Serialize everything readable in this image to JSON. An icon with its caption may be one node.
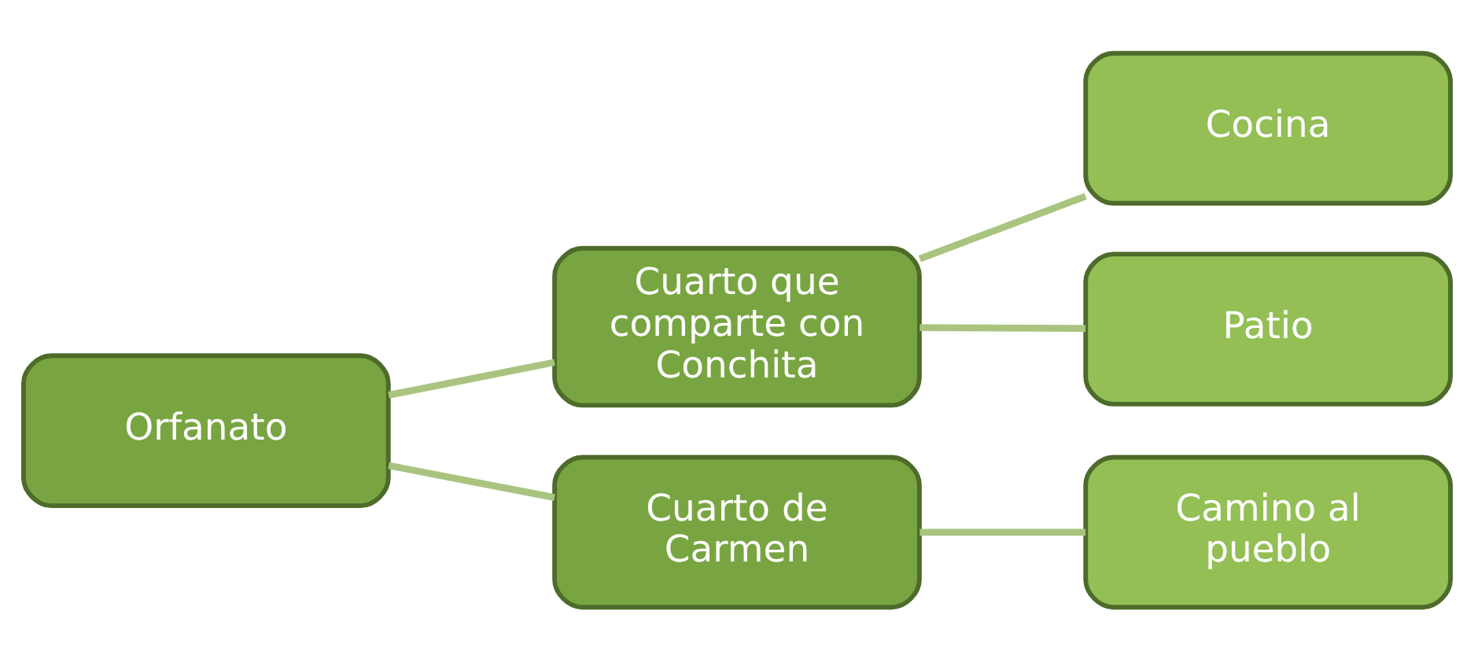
{
  "diagram": {
    "nodes": [
      {
        "text": [
          "Orfanato"
        ]
      },
      {
        "text": [
          "Cuarto que comparte con Conchita"
        ]
      },
      {
        "text": [
          "Cocina"
        ]
      },
      {
        "text": [
          "Patio"
        ]
      },
      {
        "text": [
          "Cuarto de Carmen"
        ]
      },
      {
        "text": [
          "Camino al pueblo"
        ]
      }
    ],
    "edges": [
      {
        "from": 0,
        "to": 1,
        "arrow": "none"
      },
      {
        "from": 0,
        "to": 4,
        "arrow": "none"
      },
      {
        "from": 1,
        "to": 2,
        "arrow": "none"
      },
      {
        "from": 1,
        "to": 3,
        "arrow": "none"
      },
      {
        "from": 4,
        "to": 5,
        "arrow": "none"
      }
    ]
  }
}
